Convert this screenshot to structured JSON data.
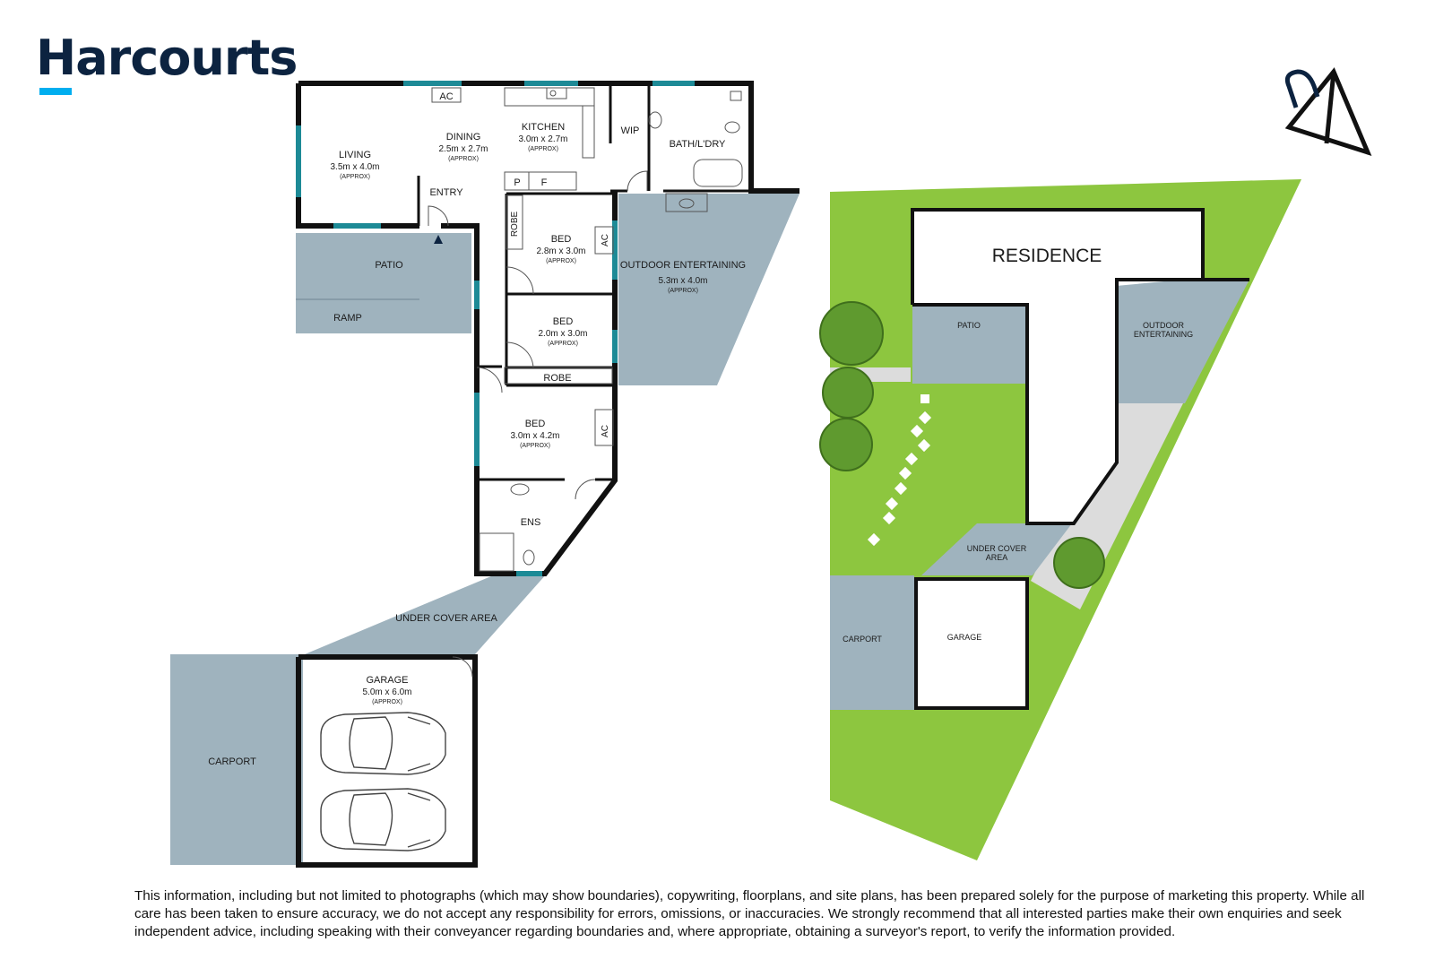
{
  "brand": {
    "name": "Harcourts",
    "accent": "#00aeef",
    "color": "#0c2340"
  },
  "colors": {
    "wall": "#111111",
    "outdoor": "#9fb3be",
    "lawn": "#8dc63f",
    "window": "#1d8a96",
    "path": "#dcdcdc",
    "tree": "#5f9a2f"
  },
  "floorplan": {
    "living": {
      "name": "LIVING",
      "size": "3.5m x 4.0m",
      "approx": "(APPROX)"
    },
    "dining": {
      "name": "DINING",
      "size": "2.5m x 2.7m",
      "approx": "(APPROX)"
    },
    "kitchen": {
      "name": "KITCHEN",
      "size": "3.0m x 2.7m",
      "approx": "(APPROX)"
    },
    "wip": "WIP",
    "bath": "BATH/L'DRY",
    "ac": "AC",
    "pantry": "P",
    "fridge": "F",
    "entry": "ENTRY",
    "patio": "PATIO",
    "ramp": "RAMP",
    "robe": "ROBE",
    "bed1": {
      "name": "BED",
      "size": "2.8m x 3.0m",
      "approx": "(APPROX)"
    },
    "bed2": {
      "name": "BED",
      "size": "2.0m x 3.0m",
      "approx": "(APPROX)"
    },
    "bed3": {
      "name": "BED",
      "size": "3.0m x 4.2m",
      "approx": "(APPROX)"
    },
    "ens": "ENS",
    "outdoor": {
      "name": "OUTDOOR ENTERTAINING",
      "size": "5.3m x 4.0m",
      "approx": "(APPROX)"
    },
    "undercover": "UNDER COVER AREA",
    "garage": {
      "name": "GARAGE",
      "size": "5.0m x 6.0m",
      "approx": "(APPROX)"
    },
    "carport": "CARPORT"
  },
  "siteplan": {
    "residence": "RESIDENCE",
    "patio": "PATIO",
    "outdoor_line1": "OUTDOOR",
    "outdoor_line2": "ENTERTAINING",
    "undercover_line1": "UNDER COVER",
    "undercover_line2": "AREA",
    "carport": "CARPORT",
    "garage": "GARAGE"
  },
  "north_icon": "north-arrow-icon",
  "disclaimer": "This information, including but not limited to photographs (which may show boundaries), copywriting, floorplans, and site plans, has been prepared solely for the purpose of marketing this property. While all care has been taken to ensure accuracy, we do not accept any responsibility for errors, omissions, or inaccuracies. We strongly recommend that all interested parties make their own enquiries and seek independent advice, including speaking with their conveyancer regarding boundaries and, where appropriate, obtaining a surveyor's report, to verify the information provided."
}
